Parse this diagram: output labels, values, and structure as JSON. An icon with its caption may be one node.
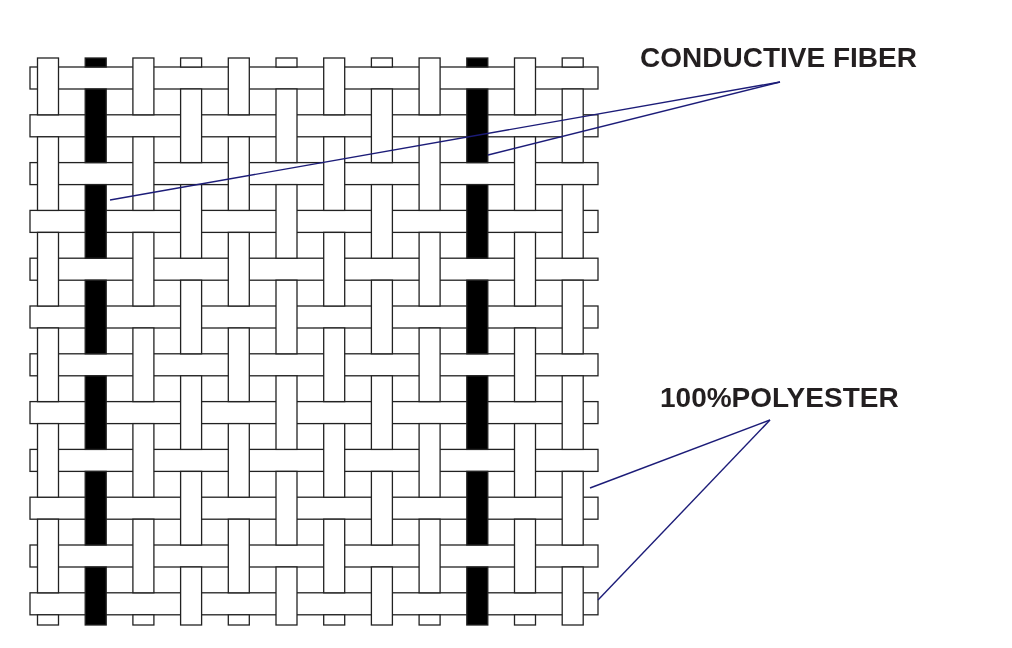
{
  "diagram": {
    "nodes": [
      {
        "text": [
          "CONDUCTIVE FIBER"
        ]
      },
      {
        "text": [],
        "shape": "bar"
      },
      {
        "text": [],
        "shape": "bar"
      },
      {
        "text": [
          "100%POLYESTER"
        ]
      },
      {
        "text": [],
        "shape": "bar"
      },
      {
        "text": [],
        "shape": "bar"
      }
    ],
    "edges": [
      {
        "from": 0,
        "to": 1,
        "arrow": "none"
      },
      {
        "from": 0,
        "to": 2,
        "arrow": "none"
      },
      {
        "from": 3,
        "to": 4,
        "arrow": "none"
      },
      {
        "from": 3,
        "to": 5,
        "arrow": "none"
      }
    ]
  }
}
